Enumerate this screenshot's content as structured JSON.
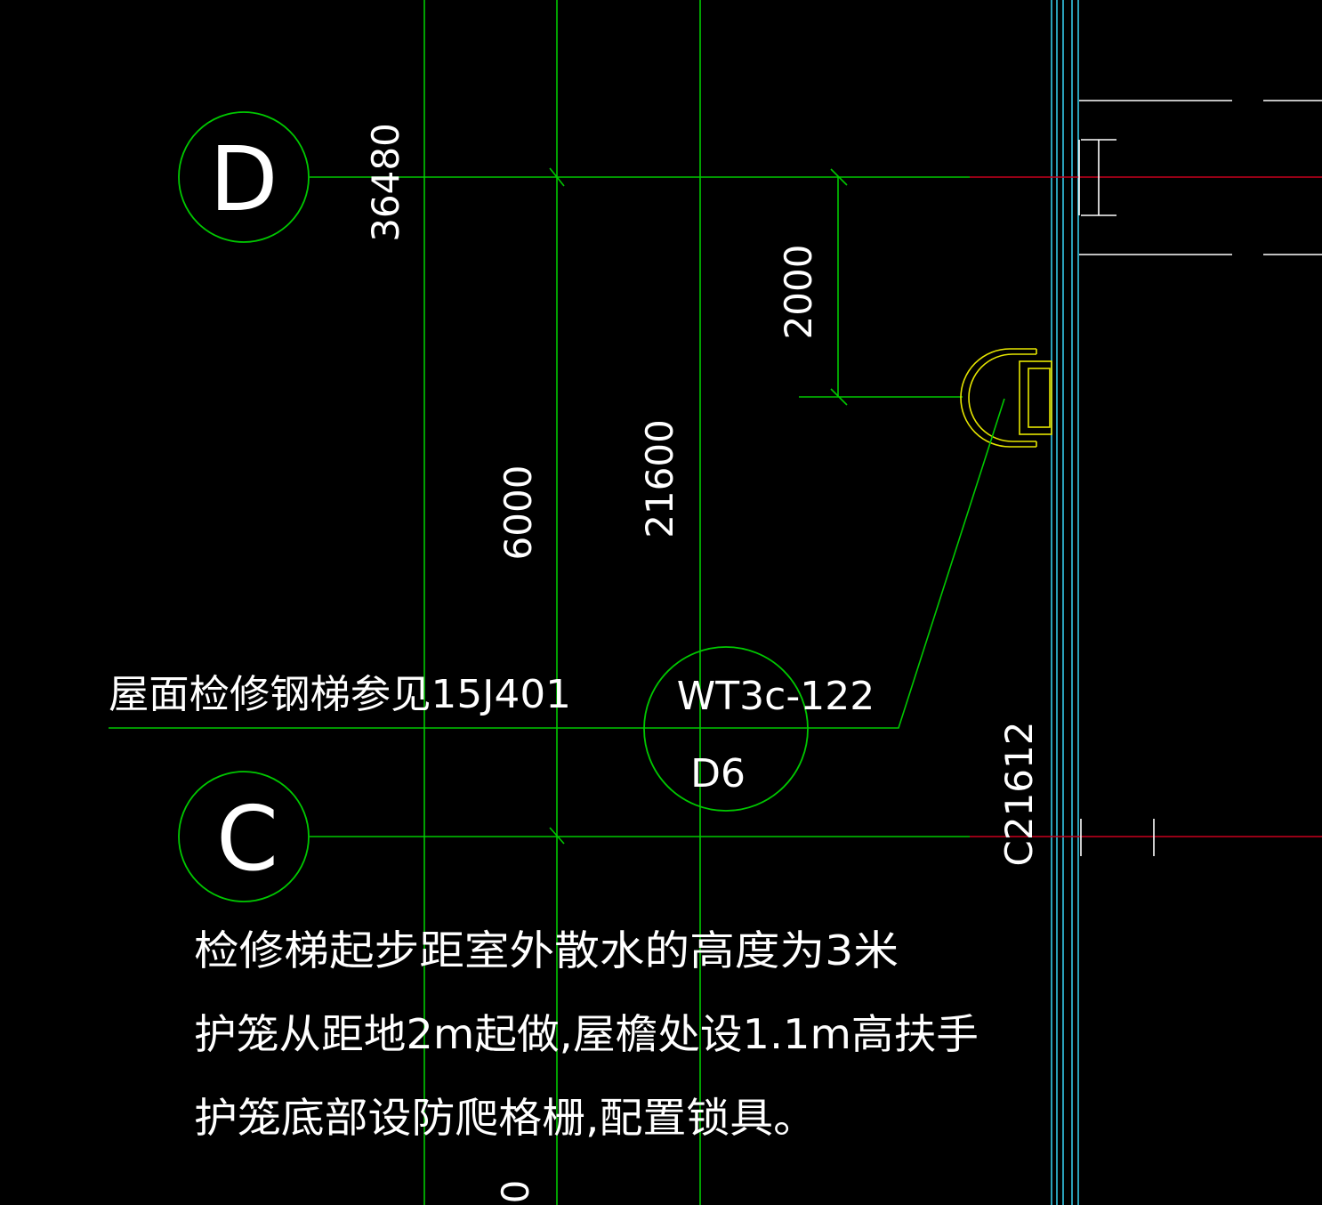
{
  "drawing": {
    "axis_labels": {
      "d": "D",
      "c": "C"
    },
    "dimensions": {
      "elevation_36480": "36480",
      "dim_2000": "2000",
      "dim_21600": "21600",
      "dim_6000": "6000",
      "section_c21612": "C21612",
      "bottom_partial": "0"
    },
    "leader_text": "屋面检修钢梯参见15J401",
    "callout": {
      "top": "WT3c-122",
      "bottom": "D6"
    },
    "notes": [
      "检修梯起步距室外散水的高度为3米",
      "护笼从距地2m起做,屋檐处设1.1m高扶手",
      "护笼底部设防爬格栅,配置锁具。"
    ],
    "colors": {
      "background": "#000000",
      "grid_green": "#00c800",
      "wall_cyan": "#35c8e6",
      "axis_red": "#c8001e",
      "ladder_yellow": "#e6e600",
      "text_white": "#ffffff"
    }
  }
}
